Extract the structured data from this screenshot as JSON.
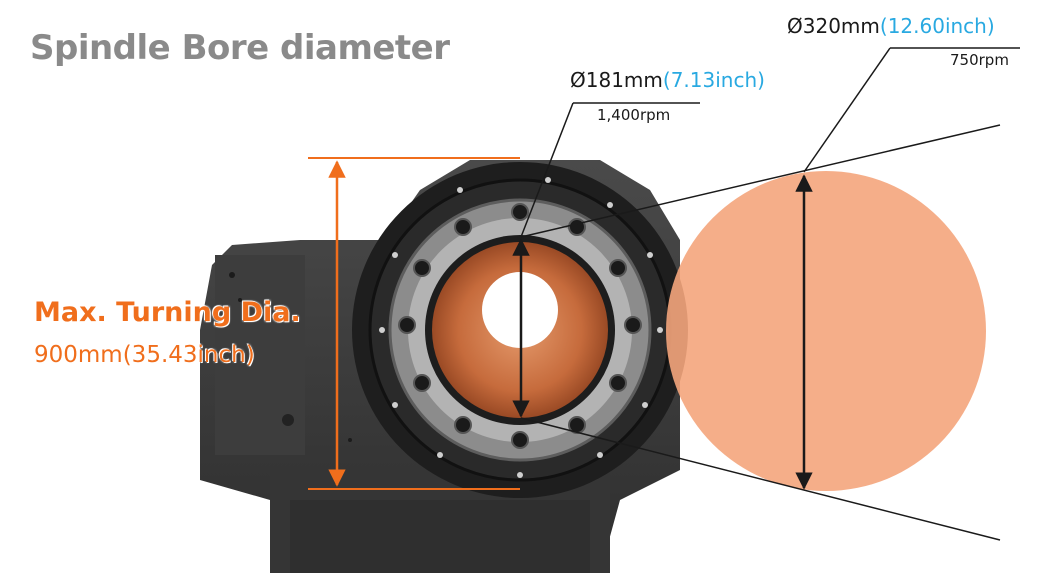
{
  "title": "Spindle Bore diameter",
  "bore_small": {
    "diameter": "Ø181mm",
    "inch": "(7.13inch)",
    "rpm": "1,400rpm"
  },
  "bore_large": {
    "diameter": "Ø320mm",
    "inch": "(12.60inch)",
    "rpm": "750rpm"
  },
  "turning": {
    "label": "Max. Turning Dia.",
    "value": "900mm(35.43inch)"
  },
  "colors": {
    "accent_orange": "#f06e1c",
    "inch_blue": "#29a9e1",
    "title_gray": "#8a8a8a",
    "bore_fill": "#f4a57c"
  }
}
